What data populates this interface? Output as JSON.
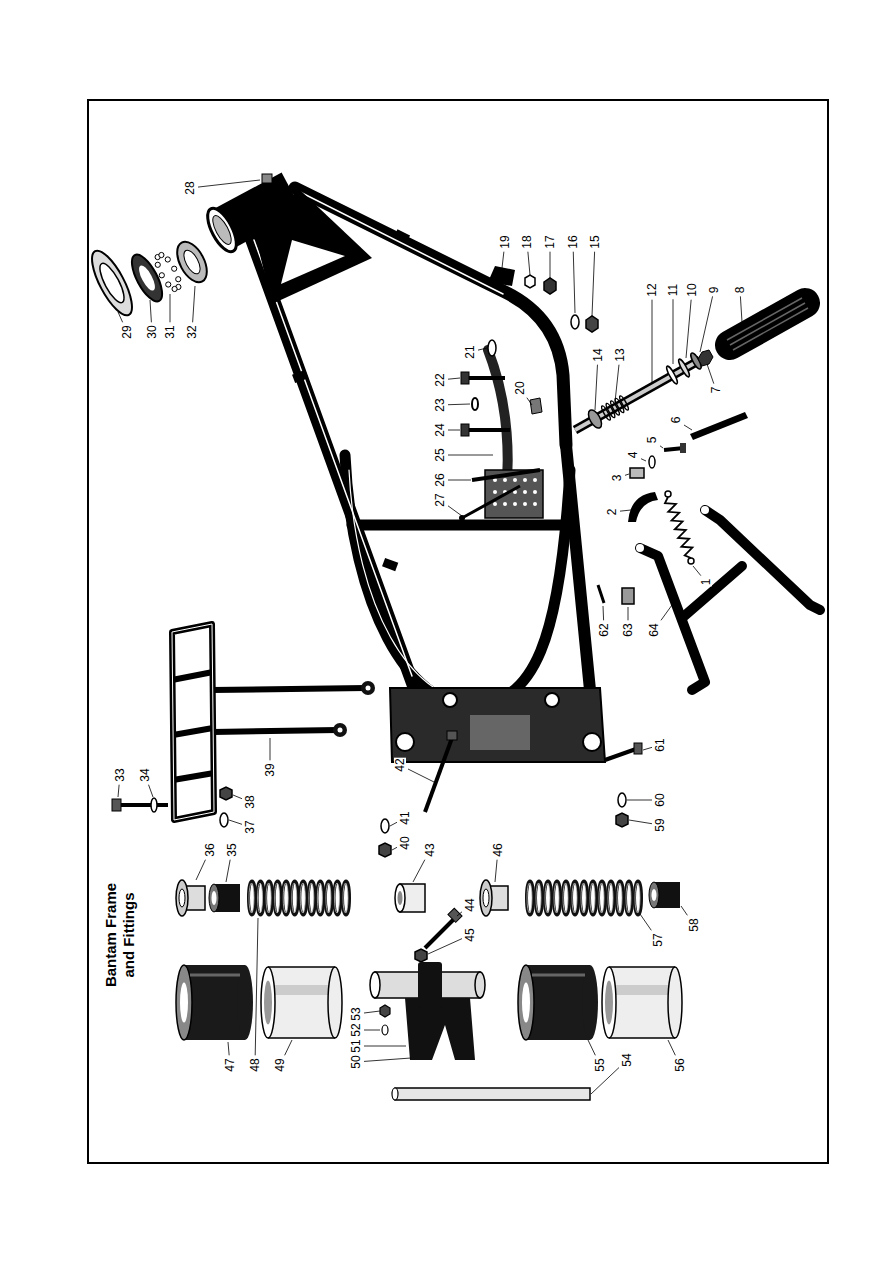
{
  "diagram": {
    "title": "Bantam Frame and Fittings",
    "labels": [
      "1",
      "2",
      "3",
      "4",
      "5",
      "6",
      "7",
      "8",
      "9",
      "10",
      "11",
      "12",
      "13",
      "14",
      "15",
      "16",
      "17",
      "18",
      "19",
      "20",
      "21",
      "22",
      "23",
      "24",
      "25",
      "26",
      "27",
      "28",
      "29",
      "30",
      "31",
      "32",
      "33",
      "34",
      "35",
      "36",
      "37",
      "38",
      "39",
      "40",
      "41",
      "42",
      "43",
      "44",
      "45",
      "46",
      "47",
      "48",
      "49",
      "50",
      "51",
      "52",
      "53",
      "54",
      "55",
      "56",
      "57",
      "58",
      "59",
      "60",
      "61",
      "62",
      "63",
      "64"
    ]
  }
}
